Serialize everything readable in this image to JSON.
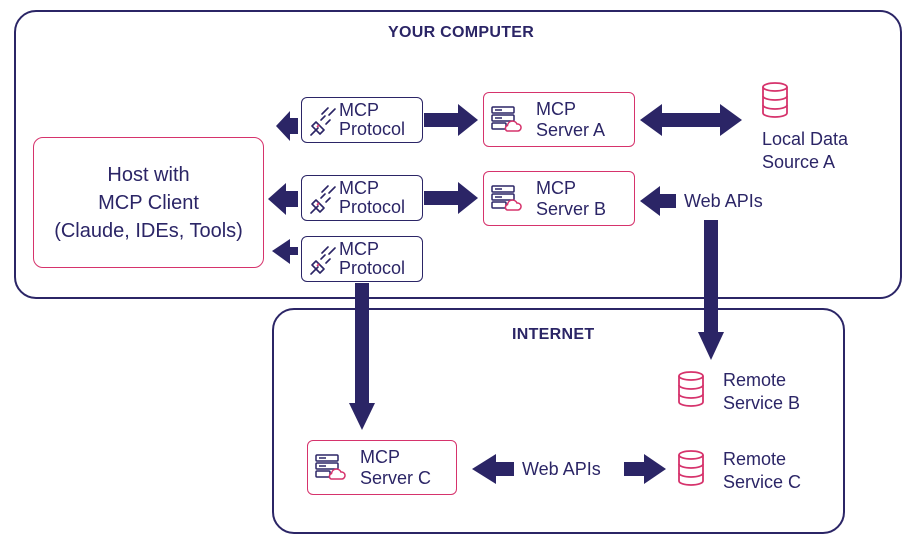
{
  "regions": {
    "computer": {
      "title": "YOUR COMPUTER"
    },
    "internet": {
      "title": "INTERNET"
    }
  },
  "host": {
    "line1": "Host with",
    "line2": "MCP Client",
    "line3": "(Claude, IDEs, Tools)"
  },
  "protocols": [
    {
      "line1": "MCP",
      "line2": "Protocol"
    },
    {
      "line1": "MCP",
      "line2": "Protocol"
    },
    {
      "line1": "MCP",
      "line2": "Protocol"
    }
  ],
  "servers": {
    "a": {
      "line1": "MCP",
      "line2": "Server A"
    },
    "b": {
      "line1": "MCP",
      "line2": "Server B"
    },
    "c": {
      "line1": "MCP",
      "line2": "Server C"
    }
  },
  "sources": {
    "local_a": {
      "line1": "Local Data",
      "line2": "Source A"
    },
    "remote_b": {
      "line1": "Remote",
      "line2": "Service B"
    },
    "remote_c": {
      "line1": "Remote",
      "line2": "Service C"
    }
  },
  "web_apis": {
    "upper": "Web APIs",
    "lower": "Web APIs"
  },
  "colors": {
    "navy": "#2b2566",
    "pink": "#d6336c"
  },
  "icons": {
    "protocol": "plug-icon",
    "server": "server-cloud-icon",
    "datasource": "database-icon"
  }
}
